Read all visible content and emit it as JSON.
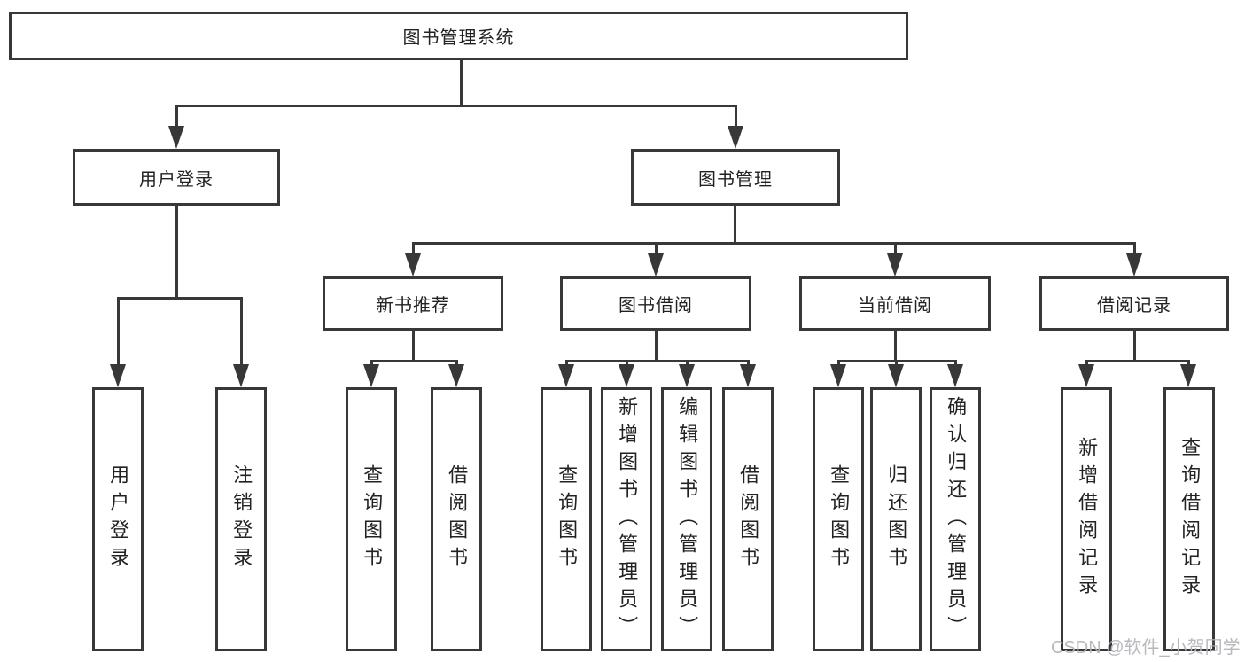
{
  "nodes": {
    "root": {
      "label": "图书管理系统"
    },
    "user_login": {
      "label": "用户登录"
    },
    "book_management": {
      "label": "图书管理"
    },
    "new_book_recommend": {
      "label": "新书推荐"
    },
    "book_borrowing": {
      "label": "图书借阅"
    },
    "current_borrowing": {
      "label": "当前借阅"
    },
    "borrowing_records": {
      "label": "借阅记录"
    }
  },
  "leaves": {
    "user_login_children": [
      "用户登录",
      "注销登录"
    ],
    "new_book_children": [
      "查询图书",
      "借阅图书"
    ],
    "book_borrowing_children": [
      "查询图书",
      "新增图书（管理员）",
      "编辑图书（管理员）",
      "借阅图书"
    ],
    "current_borrowing_children": [
      "查询图书",
      "归还图书",
      "确认归还（管理员）"
    ],
    "borrowing_records_children": [
      "新增借阅记录",
      "查询借阅记录"
    ]
  },
  "watermark": "CSDN @软件_小贺同学",
  "colors": {
    "line": "#383838",
    "text": "#222222",
    "box_background": "#ffffff",
    "watermark": "#b3b3b8"
  }
}
